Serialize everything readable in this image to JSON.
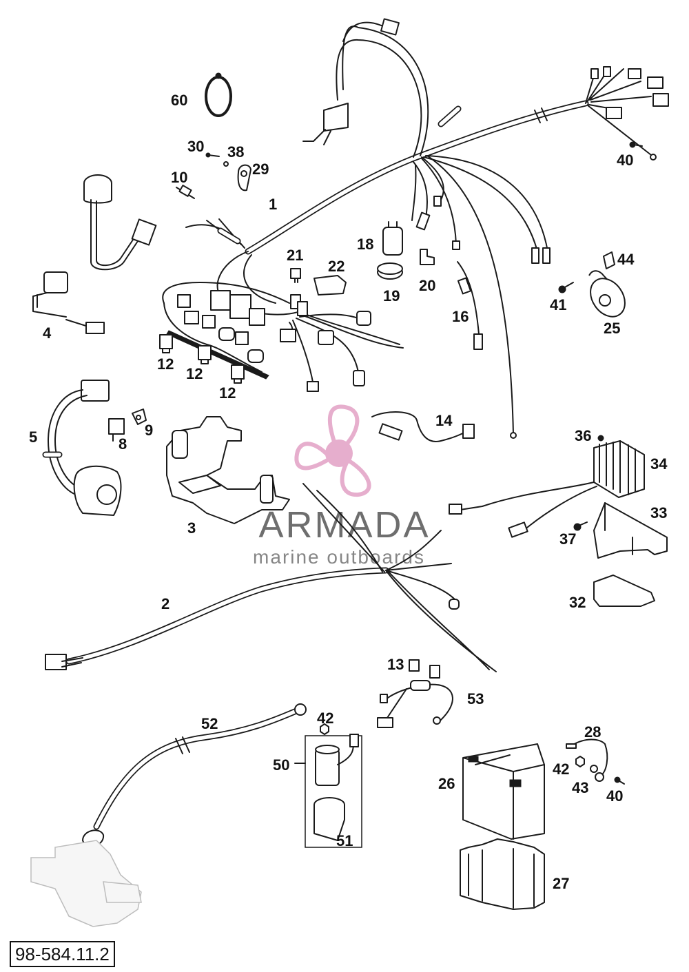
{
  "figure_number": "98-584.11.2",
  "watermark": {
    "brand": "ARMADA",
    "tagline": "marine outboards",
    "color": "#e4a6c8"
  },
  "part_labels": [
    {
      "id": "60",
      "text": "60"
    },
    {
      "id": "30",
      "text": "30"
    },
    {
      "id": "38",
      "text": "38"
    },
    {
      "id": "29",
      "text": "29"
    },
    {
      "id": "10",
      "text": "10"
    },
    {
      "id": "1",
      "text": "1"
    },
    {
      "id": "21",
      "text": "21"
    },
    {
      "id": "22",
      "text": "22"
    },
    {
      "id": "18",
      "text": "18"
    },
    {
      "id": "19",
      "text": "19"
    },
    {
      "id": "20",
      "text": "20"
    },
    {
      "id": "16",
      "text": "16"
    },
    {
      "id": "40a",
      "text": "40"
    },
    {
      "id": "44",
      "text": "44"
    },
    {
      "id": "41",
      "text": "41"
    },
    {
      "id": "25",
      "text": "25"
    },
    {
      "id": "4",
      "text": "4"
    },
    {
      "id": "12a",
      "text": "12"
    },
    {
      "id": "12b",
      "text": "12"
    },
    {
      "id": "12c",
      "text": "12"
    },
    {
      "id": "5",
      "text": "5"
    },
    {
      "id": "8",
      "text": "8"
    },
    {
      "id": "9",
      "text": "9"
    },
    {
      "id": "14",
      "text": "14"
    },
    {
      "id": "36",
      "text": "36"
    },
    {
      "id": "34",
      "text": "34"
    },
    {
      "id": "3",
      "text": "3"
    },
    {
      "id": "33",
      "text": "33"
    },
    {
      "id": "37",
      "text": "37"
    },
    {
      "id": "2",
      "text": "2"
    },
    {
      "id": "32",
      "text": "32"
    },
    {
      "id": "13",
      "text": "13"
    },
    {
      "id": "53",
      "text": "53"
    },
    {
      "id": "52",
      "text": "52"
    },
    {
      "id": "42a",
      "text": "42"
    },
    {
      "id": "28",
      "text": "28"
    },
    {
      "id": "50",
      "text": "50"
    },
    {
      "id": "42b",
      "text": "42"
    },
    {
      "id": "43",
      "text": "43"
    },
    {
      "id": "40b",
      "text": "40"
    },
    {
      "id": "26",
      "text": "26"
    },
    {
      "id": "51",
      "text": "51"
    },
    {
      "id": "27",
      "text": "27"
    }
  ]
}
